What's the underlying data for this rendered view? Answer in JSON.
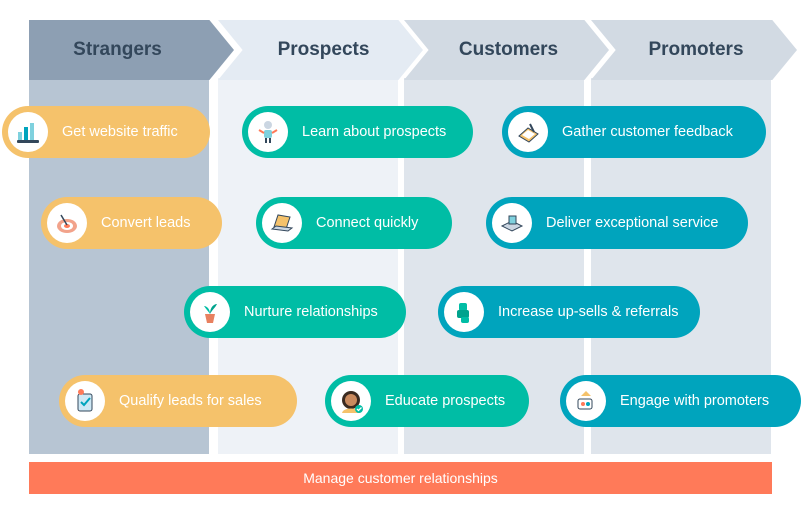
{
  "stages": [
    {
      "label": "Strangers"
    },
    {
      "label": "Prospects"
    },
    {
      "label": "Customers"
    },
    {
      "label": "Promoters"
    }
  ],
  "pills": {
    "website_traffic": {
      "label": "Get website traffic",
      "icon": "chart-icon"
    },
    "convert_leads": {
      "label": "Convert leads",
      "icon": "target-icon"
    },
    "qualify_leads": {
      "label": "Qualify leads for sales",
      "icon": "checklist-icon"
    },
    "learn_prospects": {
      "label": "Learn about prospects",
      "icon": "robot-icon"
    },
    "connect_quickly": {
      "label": "Connect quickly",
      "icon": "laptop-icon"
    },
    "nurture": {
      "label": "Nurture relationships",
      "icon": "plant-icon"
    },
    "educate": {
      "label": "Educate prospects",
      "icon": "person-icon"
    },
    "feedback": {
      "label": "Gather customer feedback",
      "icon": "clipboard-icon"
    },
    "service": {
      "label": "Deliver exceptional service",
      "icon": "tray-icon"
    },
    "upsells": {
      "label": "Increase up-sells & referrals",
      "icon": "puzzle-icon"
    },
    "engage": {
      "label": "Engage with promoters",
      "icon": "megaphone-icon"
    }
  },
  "footer": {
    "label": "Manage customer relationships"
  },
  "colors": {
    "strangers": "#f5c26b",
    "prospects": "#00bda5",
    "customers": "#00a4bd",
    "footer": "#ff7a59"
  }
}
